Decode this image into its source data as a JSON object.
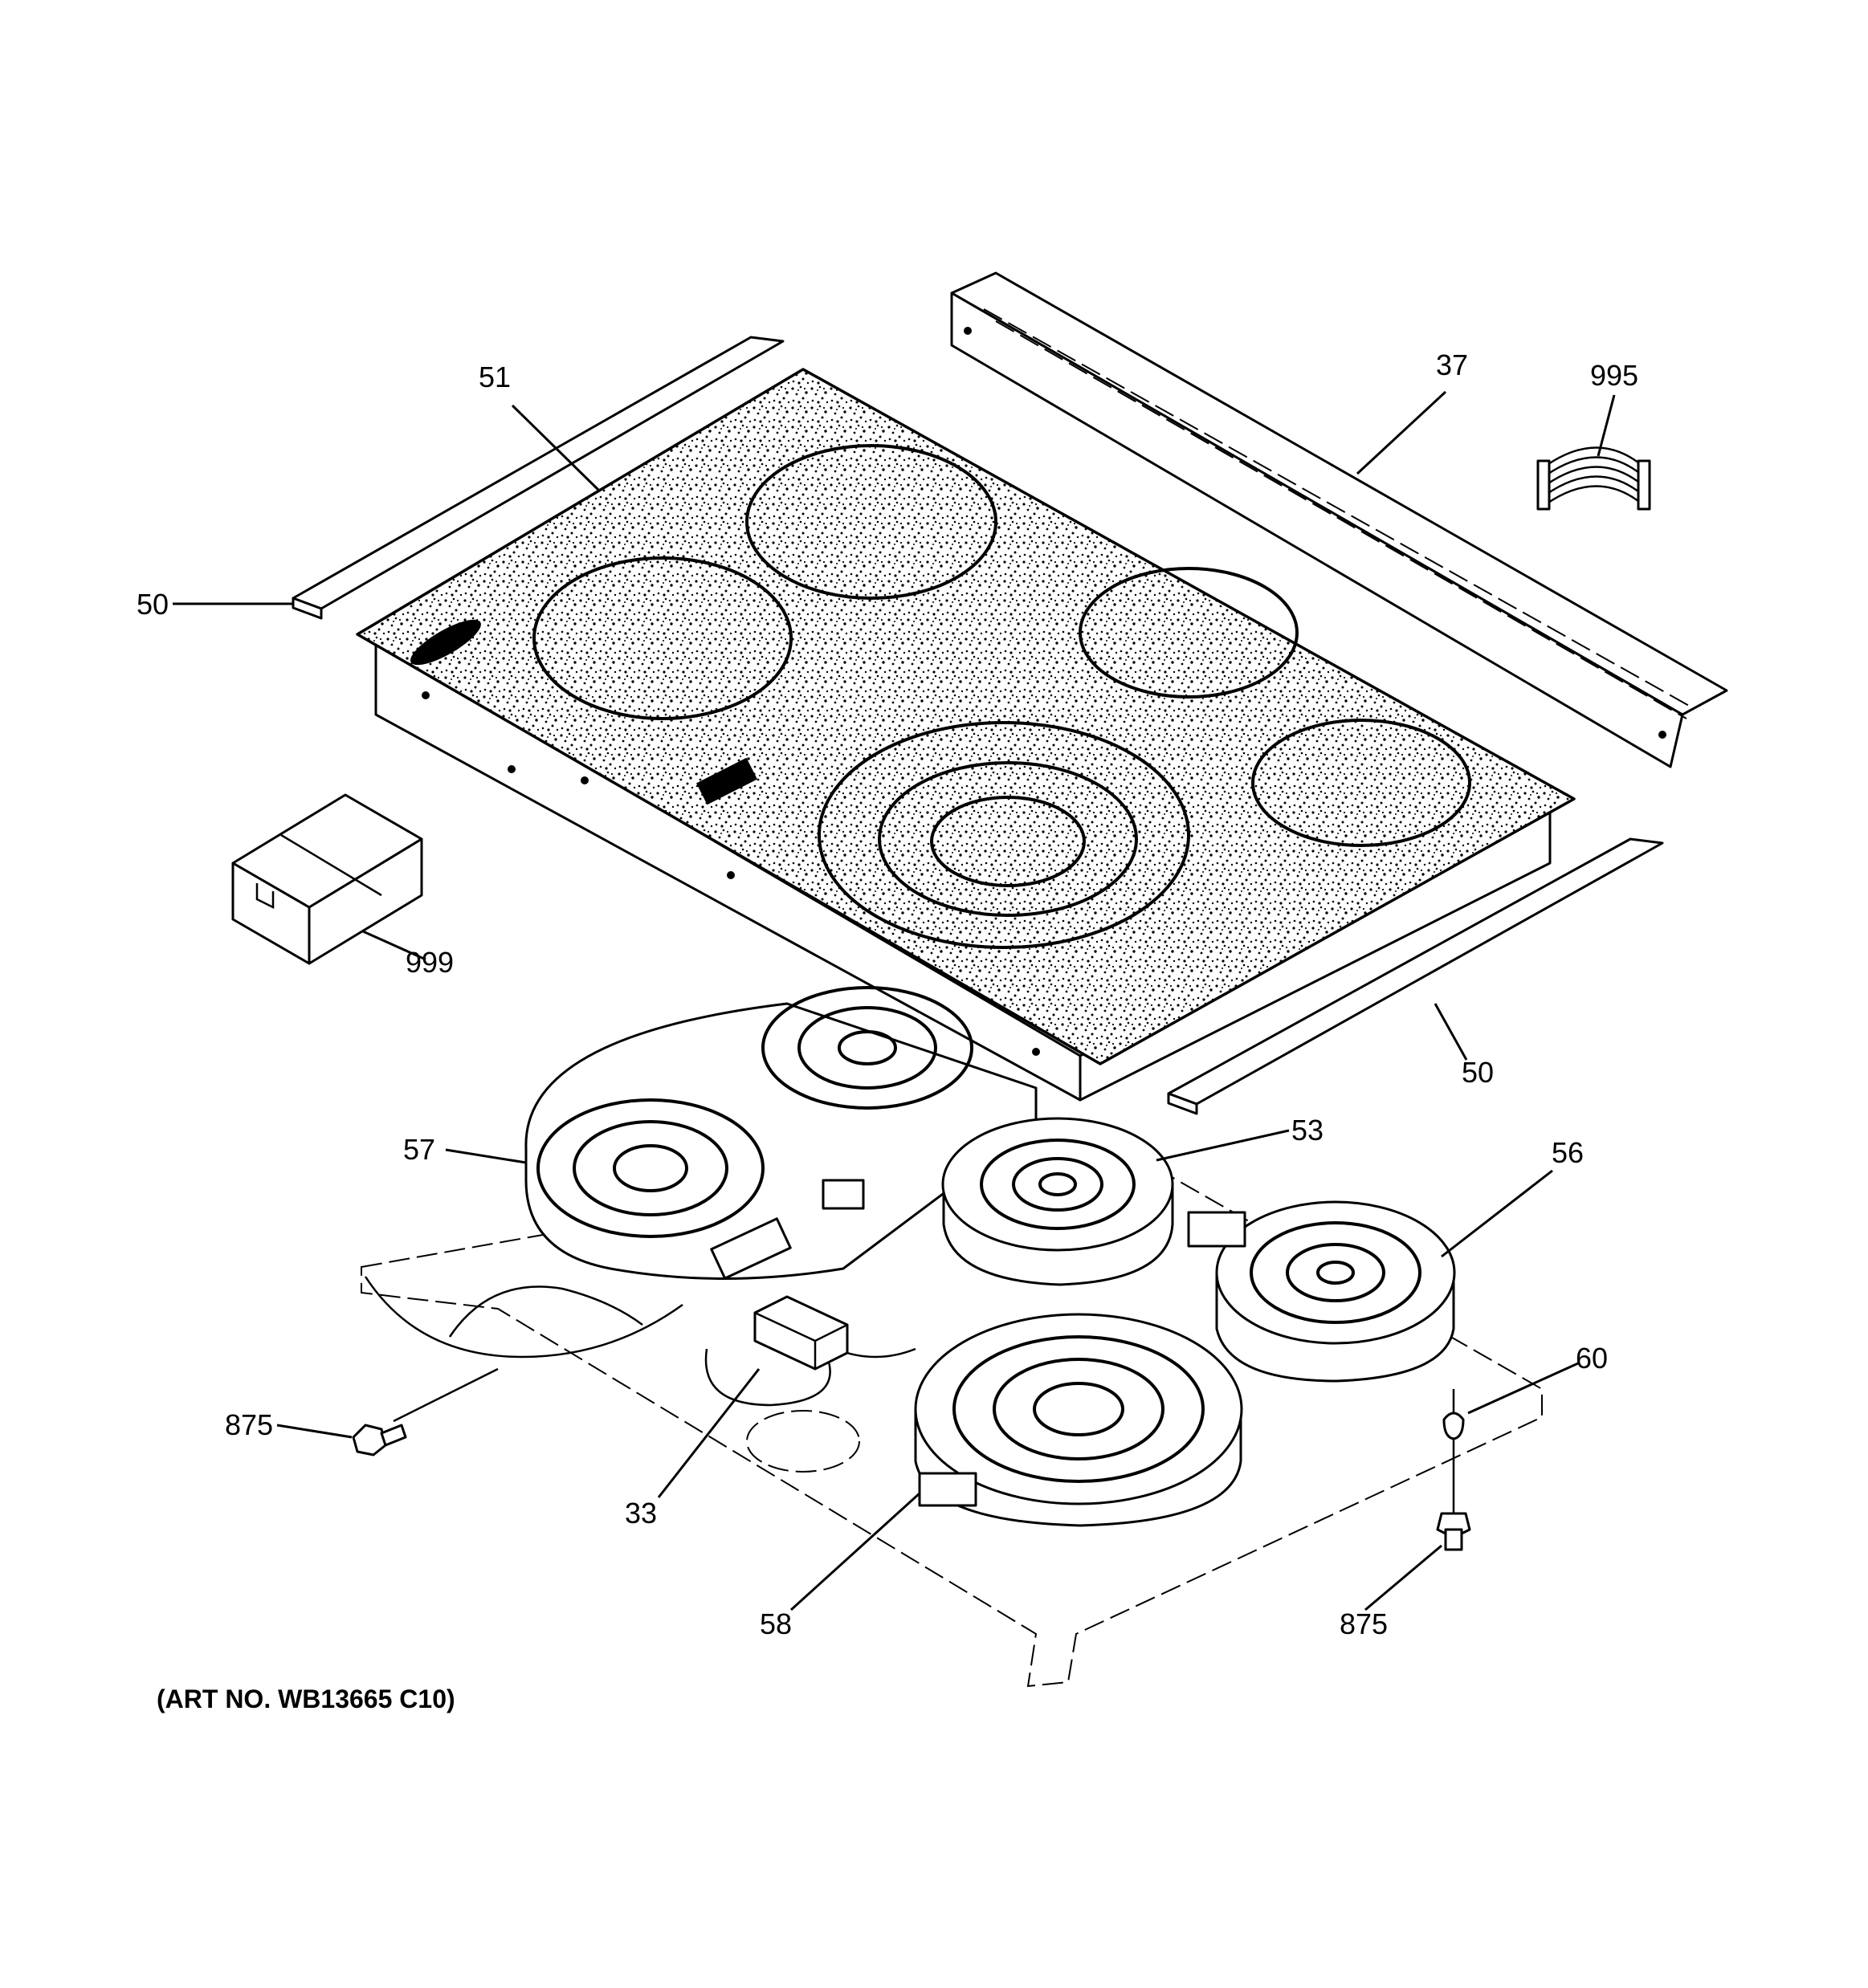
{
  "diagram": {
    "callouts": [
      "51",
      "37",
      "995",
      "50",
      "999",
      "50",
      "57",
      "53",
      "56",
      "60",
      "875",
      "33",
      "58",
      "875"
    ],
    "art_number": "(ART NO. WB13665 C10)"
  }
}
